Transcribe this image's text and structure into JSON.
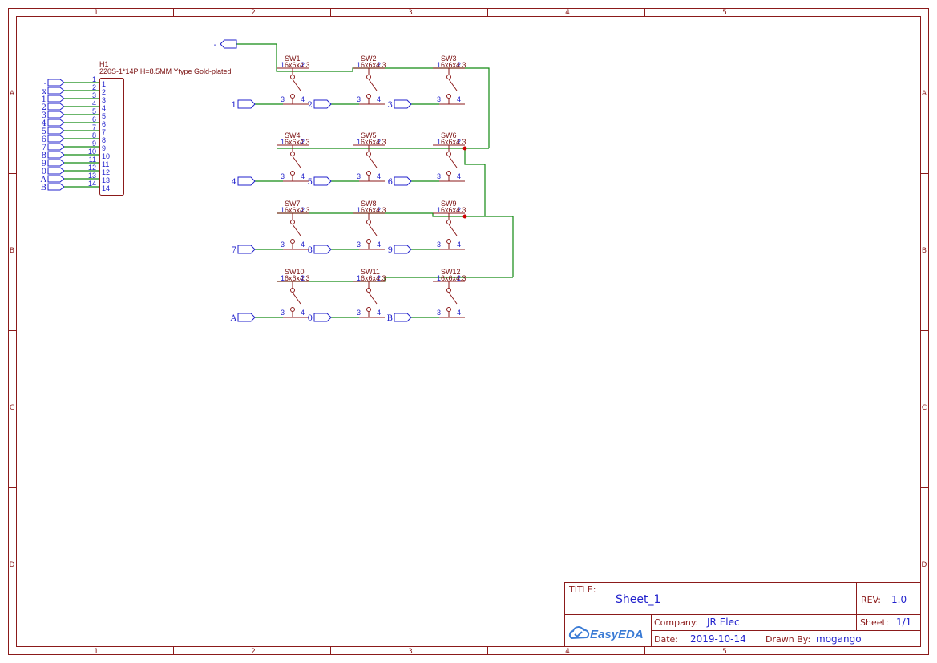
{
  "frame": {
    "columns": [
      "1",
      "2",
      "3",
      "4",
      "5"
    ],
    "rows": [
      "A",
      "B",
      "C",
      "D"
    ]
  },
  "connector": {
    "designator": "H1",
    "value": "220S-1*14P H=8.5MM Ytype Gold-plated",
    "pins": [
      "1",
      "2",
      "3",
      "4",
      "5",
      "6",
      "7",
      "8",
      "9",
      "10",
      "11",
      "12",
      "13",
      "14"
    ],
    "inner_pins": [
      "1",
      "2",
      "3",
      "4",
      "5",
      "6",
      "7",
      "8",
      "9",
      "10",
      "11",
      "12",
      "13",
      "14"
    ],
    "nets": [
      "-",
      "x",
      "1",
      "2",
      "3",
      "4",
      "5",
      "6",
      "7",
      "8",
      "9",
      "0",
      "A",
      "B"
    ]
  },
  "switch_value": "6x6x4.3",
  "switch_pins": [
    "1",
    "2",
    "3",
    "4"
  ],
  "switches": [
    {
      "ref": "SW1",
      "net": "1"
    },
    {
      "ref": "SW2",
      "net": "2"
    },
    {
      "ref": "SW3",
      "net": "3"
    },
    {
      "ref": "SW4",
      "net": "4"
    },
    {
      "ref": "SW5",
      "net": "5"
    },
    {
      "ref": "SW6",
      "net": "6"
    },
    {
      "ref": "SW7",
      "net": "7"
    },
    {
      "ref": "SW8",
      "net": "8"
    },
    {
      "ref": "SW9",
      "net": "9"
    },
    {
      "ref": "SW10",
      "net": "A"
    },
    {
      "ref": "SW11",
      "net": "0"
    },
    {
      "ref": "SW12",
      "net": "B"
    }
  ],
  "top_net": "-",
  "title_block": {
    "title_label": "TITLE:",
    "title": "Sheet_1",
    "rev_label": "REV:",
    "rev": "1.0",
    "company_label": "Company:",
    "company": "JR Elec",
    "sheet_label": "Sheet:",
    "sheet": "1/1",
    "date_label": "Date:",
    "date": "2019-10-14",
    "drawn_label": "Drawn By:",
    "drawn_by": "mogango",
    "logo_text": "EasyEDA"
  },
  "colors": {
    "frame": "#8b1a1a",
    "wire": "#138a13",
    "symbol": "#8b1a1a",
    "pin_text": "#2222cc",
    "junction": "#cc0000"
  }
}
